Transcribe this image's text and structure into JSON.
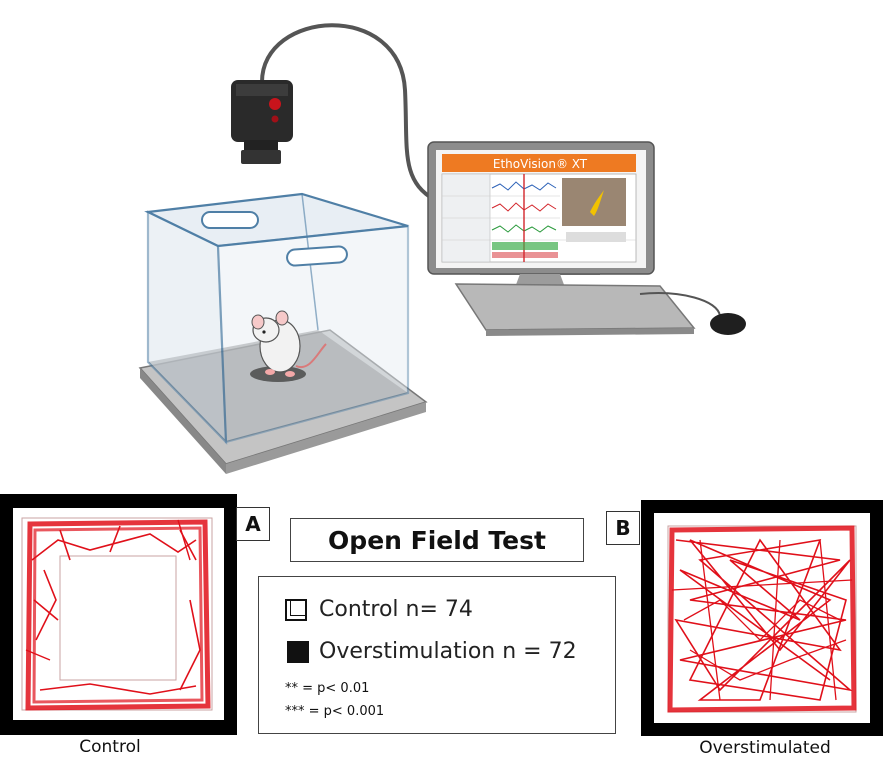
{
  "software_title": "EthoVision® XT",
  "title": "Open Field Test",
  "panels": [
    {
      "tag": "A",
      "caption": "Control"
    },
    {
      "tag": "B",
      "caption": "Overstimulated"
    }
  ],
  "legend": {
    "control": "Control n= 74",
    "overstimulation": "Overstimulation n = 72",
    "sig2": "**   = p< 0.01",
    "sig3": "*** = p< 0.001"
  },
  "colors": {
    "track": "#e0101a",
    "frame": "#000000",
    "orange_bar": "#ee7a22",
    "glass": "#4f7fa6"
  },
  "icons": [
    "camera-icon",
    "cable-icon",
    "glass-box-icon",
    "mouse-animal-icon",
    "monitor-icon",
    "keyboard-icon",
    "computer-mouse-icon"
  ]
}
